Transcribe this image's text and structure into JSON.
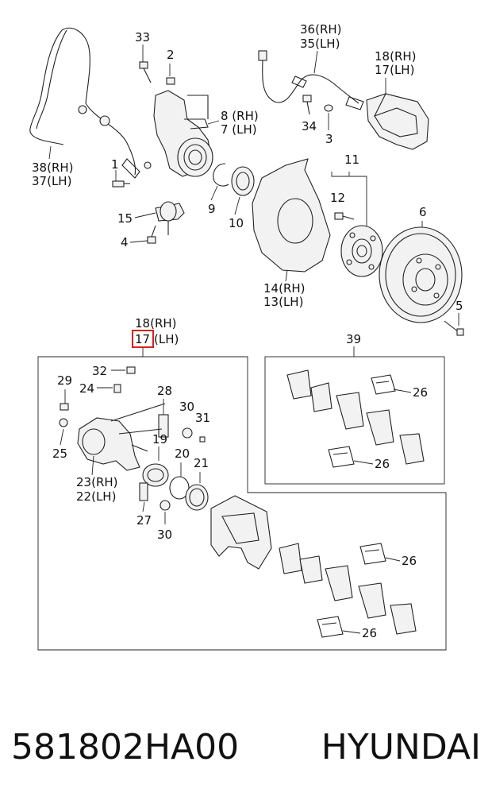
{
  "caption": {
    "part_number": "581802HA00",
    "brand": "HYUNDAI"
  },
  "highlight_color": "#d9201c",
  "callouts": {
    "c33": "33",
    "c2": "2",
    "c36": "36(RH)",
    "c35": "35(LH)",
    "c18top": "18(RH)",
    "c17top": "17(LH)",
    "c8": "8 (RH)",
    "c7": "7 (LH)",
    "c34": "34",
    "c3": "3",
    "c38": "38(RH)",
    "c37": "37(LH)",
    "c1": "1",
    "c9": "9",
    "c10": "10",
    "c11": "11",
    "c12": "12",
    "c15": "15",
    "c6": "6",
    "c4": "4",
    "c14": "14(RH)",
    "c13": "13(LH)",
    "c5": "5",
    "c18": "18(RH)",
    "c17": "17",
    "c17lh": "(LH)",
    "c39": "39",
    "c32": "32",
    "c29": "29",
    "c24": "24",
    "c28": "28",
    "c30a": "30",
    "c31": "31",
    "c25": "25",
    "c19": "19",
    "c20": "20",
    "c21": "21",
    "c23": "23(RH)",
    "c22": "22(LH)",
    "c27": "27",
    "c30b": "30",
    "c26a": "26",
    "c26b": "26",
    "c26c": "26",
    "c26d": "26"
  }
}
